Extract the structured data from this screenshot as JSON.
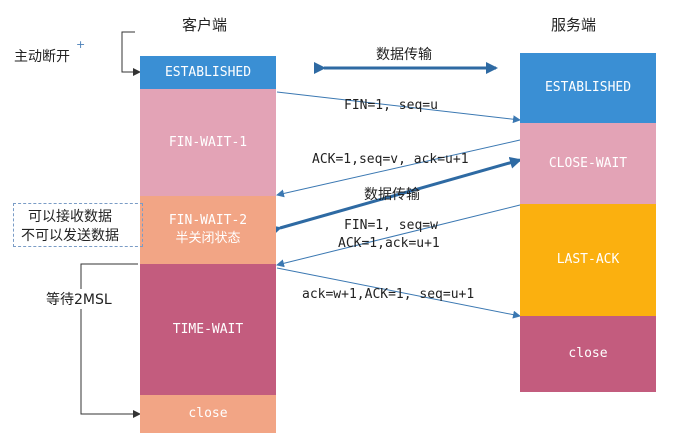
{
  "headers": {
    "client": "客户端",
    "server": "服务端"
  },
  "client_states": {
    "established": "ESTABLISHED",
    "fin_wait_1": "FIN-WAIT-1",
    "fin_wait_2": "FIN-WAIT-2",
    "half_closed": "半关闭状态",
    "time_wait": "TIME-WAIT",
    "close": "close"
  },
  "server_states": {
    "established": "ESTABLISHED",
    "close_wait": "CLOSE-WAIT",
    "last_ack": "LAST-ACK",
    "close": "close"
  },
  "messages": {
    "data_transfer_top": "数据传输",
    "fin_1": "FIN=1, seq=u",
    "ack_1": "ACK=1,seq=v, ack=u+1",
    "data_transfer_mid": "数据传输",
    "fin_2": "FIN=1, seq=w",
    "ack_2": "ACK=1,ack=u+1",
    "final_ack": "ack=w+1,ACK=1, seq=u+1"
  },
  "annotations": {
    "active_close": "主动断开",
    "can_receive": "可以接收数据",
    "cannot_send": "不可以发送数据",
    "wait_2msl": "等待2MSL"
  },
  "colors": {
    "established": "#3a8fd4",
    "fin_wait_1": "#e3a3b6",
    "fin_wait_2": "#f2a585",
    "time_wait": "#c35c7e",
    "close_client": "#f2a585",
    "close_wait": "#e3a3b6",
    "last_ack": "#fbb00f",
    "close_server": "#c35c7e",
    "arrow_blue": "#3b78b2",
    "arrow_bold": "#2e6aa3"
  }
}
